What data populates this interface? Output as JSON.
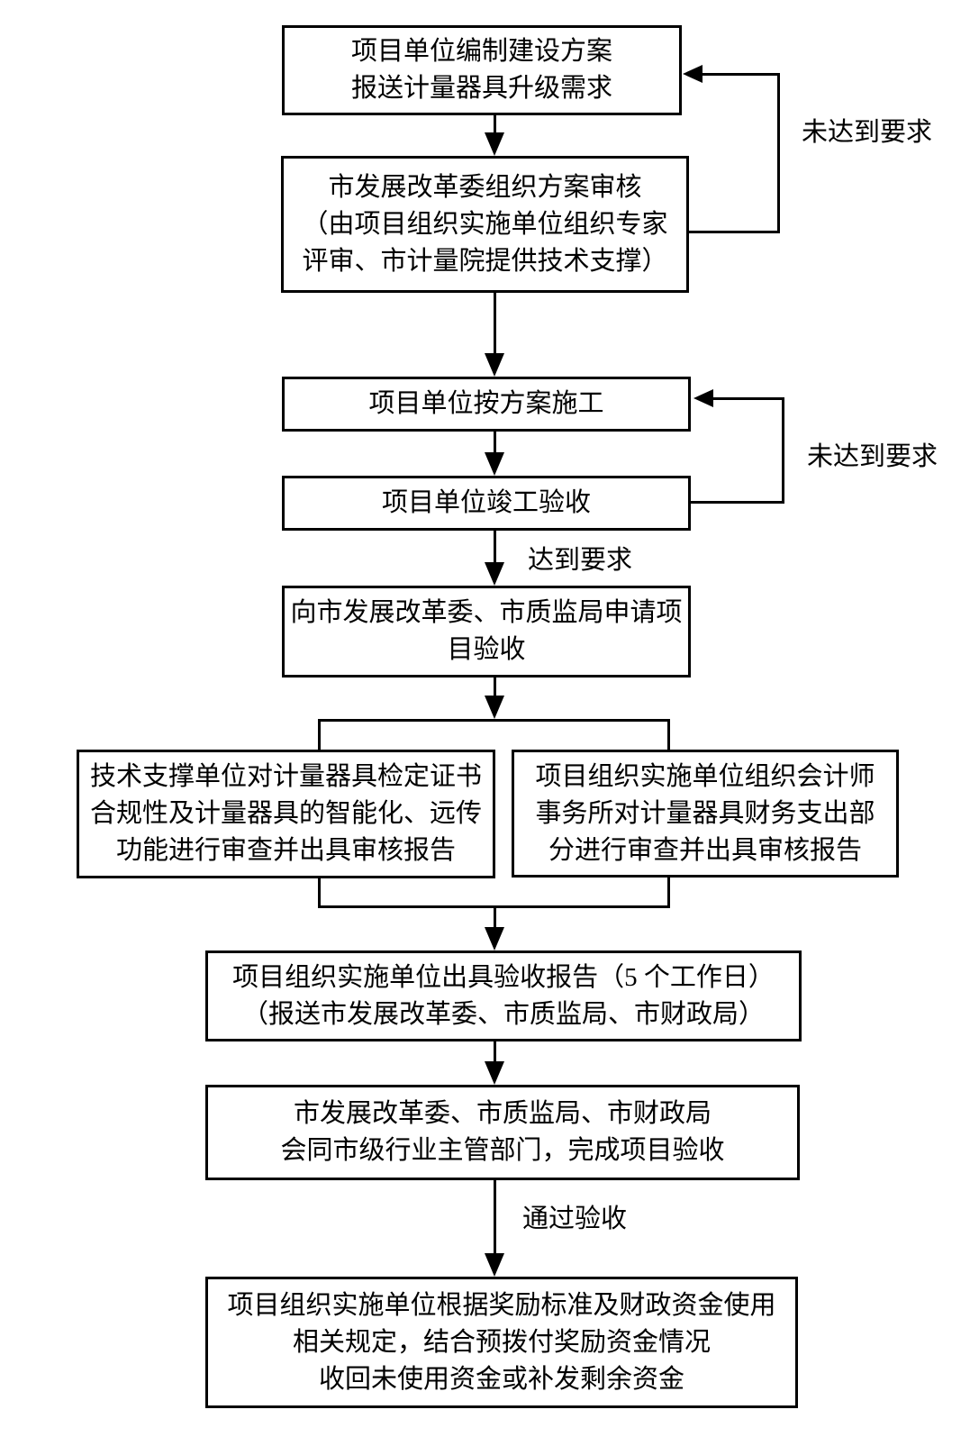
{
  "diagram": {
    "type": "flowchart",
    "colors": {
      "line": "#000000",
      "background": "#ffffff",
      "text": "#000000"
    },
    "nodes": {
      "plan": {
        "lines": [
          "项目单位编制建设方案",
          "报送计量器具升级需求"
        ]
      },
      "review": {
        "lines": [
          "市发展改革委组织方案审核",
          "（由项目组织实施单位组织专家",
          "评审、市计量院提供技术支撑）"
        ]
      },
      "construct": {
        "lines": [
          "项目单位按方案施工"
        ]
      },
      "completion": {
        "lines": [
          "项目单位竣工验收"
        ]
      },
      "apply": {
        "lines": [
          "向市发展改革委、市质监局申请项",
          "目验收"
        ]
      },
      "tech_audit": {
        "lines": [
          "技术支撑单位对计量器具检定证书",
          "合规性及计量器具的智能化、远传",
          "功能进行审查并出具审核报告"
        ]
      },
      "finance_audit": {
        "lines": [
          "项目组织实施单位组织会计师",
          "事务所对计量器具财务支出部",
          "分进行审查并出具审核报告"
        ]
      },
      "report": {
        "lines": [
          "项目组织实施单位出具验收报告（5 个工作日）",
          "（报送市发展改革委、市质监局、市财政局）"
        ]
      },
      "acceptance": {
        "lines": [
          "市发展改革委、市质监局、市财政局",
          "会同市级行业主管部门，完成项目验收"
        ]
      },
      "funds": {
        "lines": [
          "项目组织实施单位根据奖励标准及财政资金使用",
          "相关规定，结合预拨付奖励资金情况",
          "收回未使用资金或补发剩余资金"
        ]
      }
    },
    "edge_labels": {
      "not_met_1": "未达到要求",
      "not_met_2": "未达到要求",
      "met": "达到要求",
      "passed": "通过验收"
    }
  }
}
